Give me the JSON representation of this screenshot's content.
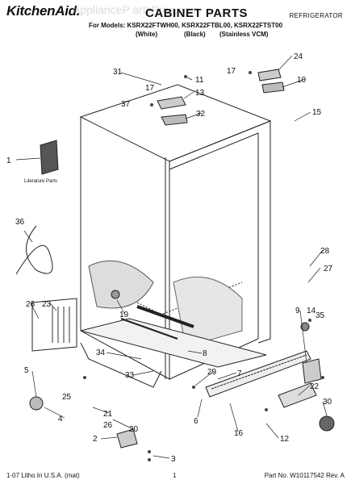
{
  "header": {
    "brand": "KitchenAid.",
    "watermark": "ApplianceP artsPros.com",
    "title": "CABINET PARTS",
    "category": "REFRIGERATOR",
    "models_line": "For Models: KSRX22FTWH00, KSRX22FTBL00, KSRX22FTST00",
    "variants": [
      "(White)",
      "(Black)",
      "(Stainless VCM)"
    ]
  },
  "diagram": {
    "literature_label": "Literature Parts",
    "callouts": [
      "1",
      "2",
      "3",
      "4",
      "5",
      "6",
      "7",
      "8",
      "9",
      "10",
      "11",
      "12",
      "13",
      "14",
      "15",
      "16",
      "17",
      "19",
      "20",
      "21",
      "22",
      "23",
      "24",
      "25",
      "26",
      "27",
      "28",
      "29",
      "30",
      "31",
      "32",
      "33",
      "34",
      "35",
      "36",
      "37"
    ]
  },
  "footer": {
    "left": "1-07 Litho In U.S.A. (mat)",
    "page": "1",
    "right": "Part No. W10117542 Rev. A"
  }
}
